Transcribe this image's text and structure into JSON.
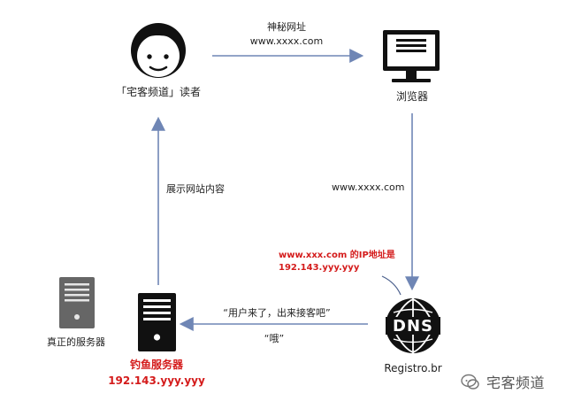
{
  "nodes": {
    "reader": {
      "label": "「宅客频道」读者"
    },
    "browser": {
      "label": "浏览器"
    },
    "dns": {
      "label": "Registro.br",
      "logo_text": "DNS"
    },
    "real_server": {
      "label": "真正的服务器"
    },
    "phishing_server": {
      "label": "钓鱼服务器",
      "ip": "192.143.yyy.yyy"
    }
  },
  "edges": {
    "reader_to_browser": {
      "line1": "神秘网址",
      "line2": "www.xxxx.com"
    },
    "browser_to_dns": {
      "label": "www.xxxx.com"
    },
    "dns_to_phishing": {
      "label": "“用户来了，出来接客吧”"
    },
    "phishing_reply": {
      "label": "“哦”"
    },
    "phishing_to_reader": {
      "label": "展示网站内容"
    }
  },
  "annotation": {
    "line1": "www.xxx.com 的IP地址是",
    "line2": "192.143.yyy.yyy"
  },
  "watermark": {
    "text": "宅客频道"
  },
  "colors": {
    "arrow": "#6f86b5",
    "red_text": "#d41b1b",
    "icon_dark": "#111111",
    "server_gray": "#666666"
  }
}
